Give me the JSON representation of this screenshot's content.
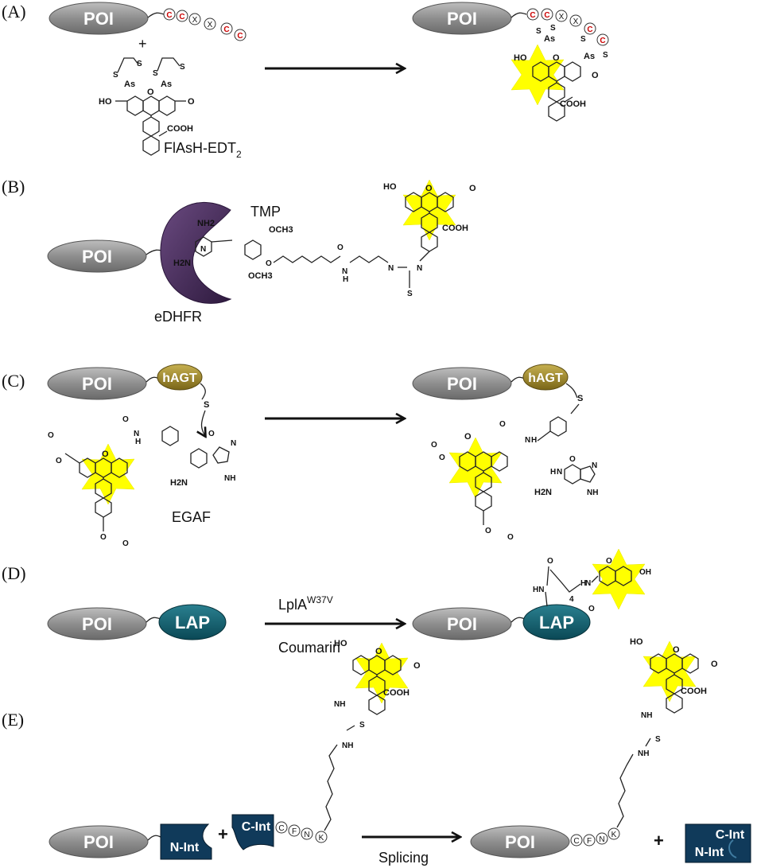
{
  "labels": {
    "panel_a": "(A)",
    "panel_b": "(B)",
    "panel_c": "(C)",
    "panel_d": "(D)",
    "panel_e": "(E)"
  },
  "poi": "POI",
  "plus": "+",
  "panel_a": {
    "reagent_name": "FlAsH-EDT",
    "reagent_sub": "2",
    "residues": [
      "C",
      "C",
      "X",
      "X",
      "C",
      "C"
    ],
    "atoms": {
      "ho": "HO",
      "o": "O",
      "cooh": "COOH",
      "as": "As",
      "s": "S"
    }
  },
  "panel_b": {
    "ligand": "TMP",
    "protein": "eDHFR",
    "atoms": {
      "nh2": "NH2",
      "h2n": "H2N",
      "och3": "OCH3",
      "o": "O",
      "n": "N",
      "h": "H",
      "s": "S",
      "ho": "HO",
      "cooh": "COOH"
    }
  },
  "panel_c": {
    "tag": "hAGT",
    "substrate": "EGAF",
    "atoms": {
      "s": "S",
      "o": "O",
      "h": "H",
      "n": "N",
      "h2n": "H2N",
      "nh": "NH"
    }
  },
  "panel_d": {
    "tag": "LAP",
    "enzyme": "LplA",
    "enzyme_sup": "W37V",
    "cofactor": "Coumarin",
    "atoms": {
      "o": "O",
      "hn": "HN",
      "h": "H",
      "n": "N",
      "sub4": "4",
      "oh": "OH"
    }
  },
  "panel_e": {
    "n_int": "N-Int",
    "c_int": "C-Int",
    "residues": [
      "C",
      "F",
      "N",
      "K"
    ],
    "reaction": "Splicing",
    "atoms": {
      "ho": "HO",
      "o": "O",
      "cooh": "COOH",
      "nh": "NH",
      "s": "S"
    }
  },
  "colors": {
    "poi_fill": "#8c8c8c",
    "star": "#ffff00",
    "dhfr": "#4a2d5e",
    "hagt": "#a08a2a",
    "lap": "#0f5a6a",
    "intein": "#103a5a",
    "cys_red": "#cc0000"
  }
}
